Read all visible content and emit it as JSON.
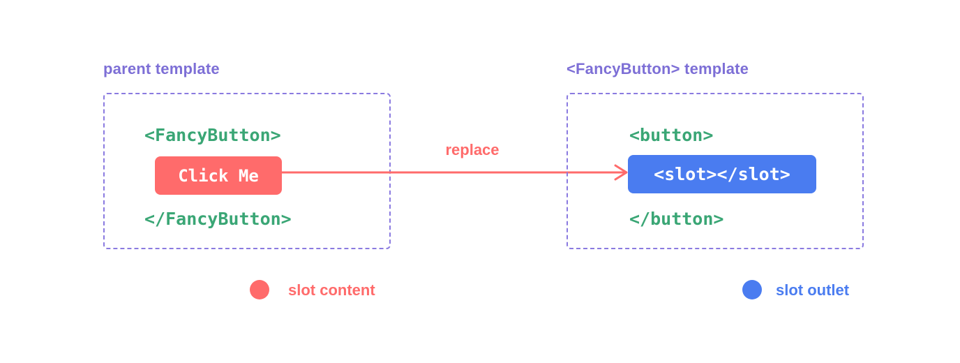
{
  "left": {
    "title": "parent template",
    "open_tag": "<FancyButton>",
    "button_label": "Click Me",
    "close_tag": "</FancyButton>"
  },
  "arrow": {
    "label": "replace"
  },
  "right": {
    "title": "<FancyButton> template",
    "open_tag": "<button>",
    "slot_label": "<slot></slot>",
    "close_tag": "</button>"
  },
  "legend": [
    {
      "label": "slot content",
      "color": "#ff6b6b"
    },
    {
      "label": "slot outlet",
      "color": "#4a7cf0"
    }
  ],
  "colors": {
    "purple_label": "#7d6fd6",
    "purple_border": "#8a7ae0",
    "code_green": "#3aa675",
    "coral": "#ff6b6b",
    "blue": "#4a7cf0",
    "background": "#ffffff",
    "pill_text": "#ffffff"
  }
}
